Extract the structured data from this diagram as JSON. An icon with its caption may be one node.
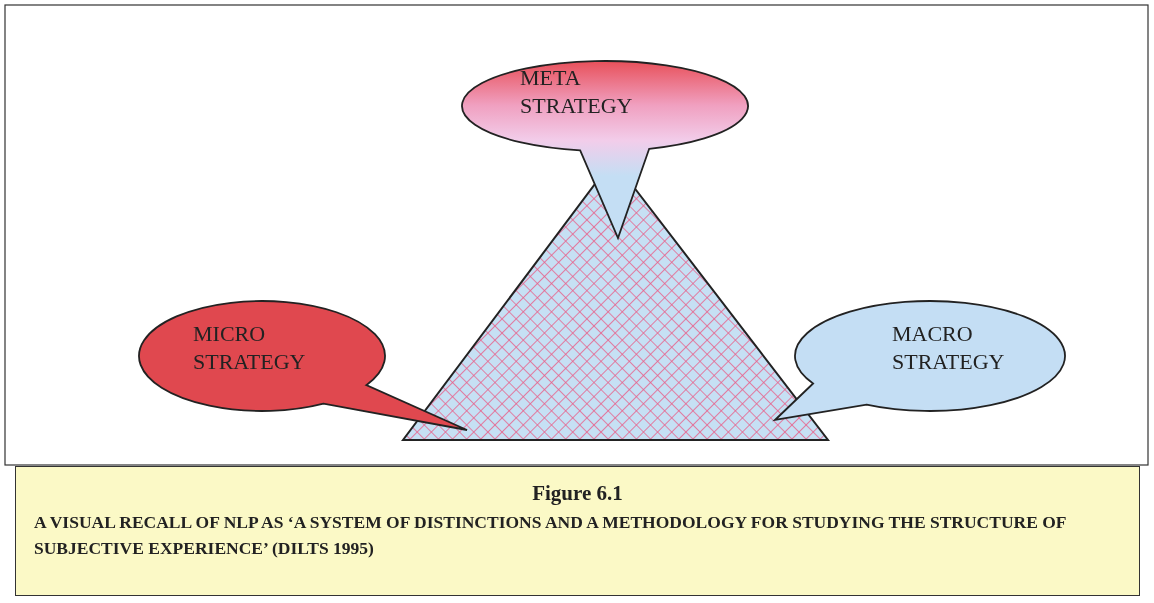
{
  "diagram": {
    "title": "Figure 6.1",
    "caption": "A  VISUAL RECALL OF NLP AS ‘A SYSTEM OF DISTINCTIONS AND A METHODOLOGY FOR STUDYING THE STRUCTURE OF SUBJECTIVE EXPERIENCE’ (DILTS 1995)",
    "nodes": [
      {
        "text": [
          "META STRATEGY"
        ]
      },
      {
        "text": [
          "MICRO STRATEGY"
        ]
      },
      {
        "text": [
          "MACRO STRATEGY"
        ]
      },
      {
        "text": [],
        "shape": "triangle"
      }
    ]
  }
}
